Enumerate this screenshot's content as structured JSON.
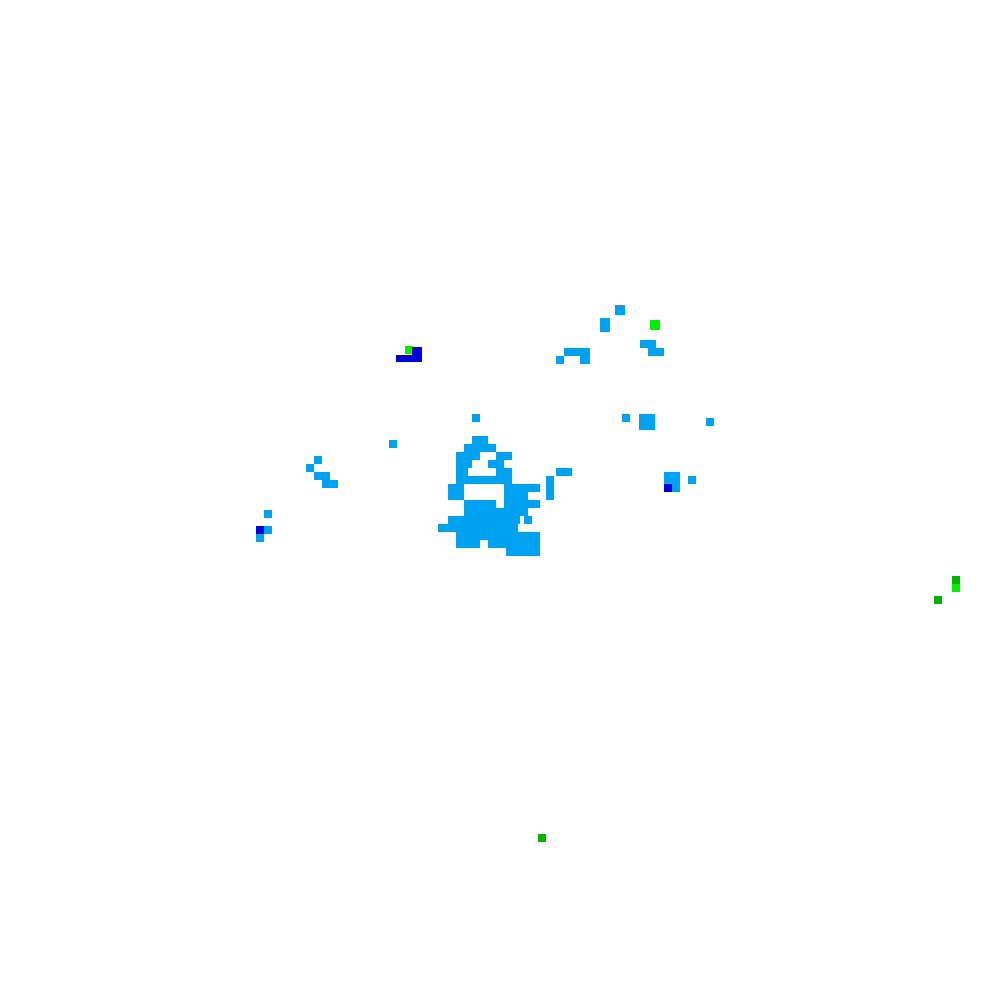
{
  "map": {
    "background": "#ffffff",
    "legend_colors": {
      "light": "#00a2f0",
      "moderate": "#0000dc",
      "bright_green": "#00ee00",
      "green": "#00b400"
    },
    "cell_size_deg": 1,
    "bounds": {
      "lon_min": 0,
      "lon_max": 100,
      "lat_min": 0,
      "lat_max": 100
    },
    "echoes": [
      {
        "lon": 61.5,
        "lat": 68.5,
        "w": 1,
        "h": 1,
        "level": "light"
      },
      {
        "lon": 60,
        "lat": 66.8,
        "w": 1,
        "h": 1.4,
        "level": "light"
      },
      {
        "lon": 65,
        "lat": 67,
        "w": 1,
        "h": 1,
        "level": "bright_green"
      },
      {
        "lon": 64,
        "lat": 65.2,
        "w": 1.6,
        "h": 0.8,
        "level": "light"
      },
      {
        "lon": 64.8,
        "lat": 64.4,
        "w": 1.6,
        "h": 0.8,
        "level": "light"
      },
      {
        "lon": 56.4,
        "lat": 64.4,
        "w": 2.6,
        "h": 0.8,
        "level": "light"
      },
      {
        "lon": 58,
        "lat": 63.6,
        "w": 1,
        "h": 0.8,
        "level": "light"
      },
      {
        "lon": 55.6,
        "lat": 63.6,
        "w": 0.8,
        "h": 0.8,
        "level": "light"
      },
      {
        "lon": 40.5,
        "lat": 64.6,
        "w": 0.8,
        "h": 0.8,
        "level": "bright_green"
      },
      {
        "lon": 41.2,
        "lat": 63.8,
        "w": 1,
        "h": 1.5,
        "level": "moderate"
      },
      {
        "lon": 39.6,
        "lat": 63.8,
        "w": 1.6,
        "h": 0.7,
        "level": "moderate"
      },
      {
        "lon": 47.2,
        "lat": 57.8,
        "w": 0.8,
        "h": 0.8,
        "level": "light"
      },
      {
        "lon": 62.2,
        "lat": 57.8,
        "w": 0.8,
        "h": 0.8,
        "level": "light"
      },
      {
        "lon": 63.9,
        "lat": 57,
        "w": 1.6,
        "h": 1.6,
        "level": "light"
      },
      {
        "lon": 70.6,
        "lat": 57.4,
        "w": 0.8,
        "h": 0.8,
        "level": "light"
      },
      {
        "lon": 38.9,
        "lat": 55.2,
        "w": 0.8,
        "h": 0.8,
        "level": "light"
      },
      {
        "lon": 47.2,
        "lat": 55.6,
        "w": 1.6,
        "h": 0.8,
        "level": "light"
      },
      {
        "lon": 46.4,
        "lat": 54.8,
        "w": 3.2,
        "h": 0.8,
        "level": "light"
      },
      {
        "lon": 45.6,
        "lat": 54,
        "w": 2.4,
        "h": 0.8,
        "level": "light"
      },
      {
        "lon": 49.6,
        "lat": 54,
        "w": 1.6,
        "h": 0.8,
        "level": "light"
      },
      {
        "lon": 45.6,
        "lat": 53.2,
        "w": 1.6,
        "h": 0.8,
        "level": "light"
      },
      {
        "lon": 48.8,
        "lat": 53.2,
        "w": 1.6,
        "h": 0.8,
        "level": "light"
      },
      {
        "lon": 45.6,
        "lat": 52.4,
        "w": 1.2,
        "h": 0.8,
        "level": "light"
      },
      {
        "lon": 49.6,
        "lat": 52.4,
        "w": 1.6,
        "h": 0.8,
        "level": "light"
      },
      {
        "lon": 45.6,
        "lat": 51.6,
        "w": 5.6,
        "h": 0.8,
        "level": "light"
      },
      {
        "lon": 44.8,
        "lat": 50.8,
        "w": 1.6,
        "h": 0.8,
        "level": "light"
      },
      {
        "lon": 50.4,
        "lat": 50.8,
        "w": 3.6,
        "h": 0.8,
        "level": "light"
      },
      {
        "lon": 44.8,
        "lat": 50,
        "w": 1.6,
        "h": 0.8,
        "level": "light"
      },
      {
        "lon": 50.4,
        "lat": 50,
        "w": 2.4,
        "h": 0.8,
        "level": "light"
      },
      {
        "lon": 46.4,
        "lat": 49.2,
        "w": 3.2,
        "h": 0.8,
        "level": "light"
      },
      {
        "lon": 50.4,
        "lat": 49.2,
        "w": 3.6,
        "h": 0.8,
        "level": "light"
      },
      {
        "lon": 46.4,
        "lat": 48.4,
        "w": 6.4,
        "h": 0.8,
        "level": "light"
      },
      {
        "lon": 44.8,
        "lat": 47.6,
        "w": 7.2,
        "h": 0.8,
        "level": "light"
      },
      {
        "lon": 52.4,
        "lat": 47.6,
        "w": 0.8,
        "h": 0.8,
        "level": "light"
      },
      {
        "lon": 43.8,
        "lat": 46.8,
        "w": 8,
        "h": 0.8,
        "level": "light"
      },
      {
        "lon": 45.6,
        "lat": 46,
        "w": 7.2,
        "h": 0.8,
        "level": "light"
      },
      {
        "lon": 45.6,
        "lat": 45.2,
        "w": 2.4,
        "h": 0.8,
        "level": "light"
      },
      {
        "lon": 48.8,
        "lat": 45.2,
        "w": 5.2,
        "h": 0.8,
        "level": "light"
      },
      {
        "lon": 50.6,
        "lat": 44.4,
        "w": 3.4,
        "h": 0.8,
        "level": "light"
      },
      {
        "lon": 52.2,
        "lat": 45.2,
        "w": 1.8,
        "h": 1.6,
        "level": "light"
      },
      {
        "lon": 54.6,
        "lat": 50,
        "w": 0.8,
        "h": 2.4,
        "level": "light"
      },
      {
        "lon": 55.6,
        "lat": 52.4,
        "w": 1.6,
        "h": 0.8,
        "level": "light"
      },
      {
        "lon": 66.4,
        "lat": 51.6,
        "w": 1.6,
        "h": 1.2,
        "level": "light"
      },
      {
        "lon": 67.2,
        "lat": 50.8,
        "w": 0.8,
        "h": 0.8,
        "level": "light"
      },
      {
        "lon": 66.4,
        "lat": 50.8,
        "w": 0.8,
        "h": 0.8,
        "level": "moderate"
      },
      {
        "lon": 68.8,
        "lat": 51.6,
        "w": 0.8,
        "h": 0.8,
        "level": "light"
      },
      {
        "lon": 31.4,
        "lat": 53.6,
        "w": 0.8,
        "h": 0.8,
        "level": "light"
      },
      {
        "lon": 30.6,
        "lat": 52.8,
        "w": 0.8,
        "h": 0.8,
        "level": "light"
      },
      {
        "lon": 31.4,
        "lat": 52,
        "w": 1.6,
        "h": 0.8,
        "level": "light"
      },
      {
        "lon": 32.2,
        "lat": 51.2,
        "w": 1.6,
        "h": 0.8,
        "level": "light"
      },
      {
        "lon": 26.4,
        "lat": 48.2,
        "w": 0.8,
        "h": 0.8,
        "level": "light"
      },
      {
        "lon": 25.6,
        "lat": 46.6,
        "w": 1.6,
        "h": 0.8,
        "level": "light"
      },
      {
        "lon": 25.6,
        "lat": 46.6,
        "w": 0.8,
        "h": 0.8,
        "level": "moderate"
      },
      {
        "lon": 25.6,
        "lat": 45.8,
        "w": 0.8,
        "h": 0.8,
        "level": "light"
      },
      {
        "lon": 95.2,
        "lat": 41.6,
        "w": 0.8,
        "h": 0.8,
        "level": "green"
      },
      {
        "lon": 95.2,
        "lat": 40.8,
        "w": 0.8,
        "h": 0.8,
        "level": "bright_green"
      },
      {
        "lon": 93.4,
        "lat": 39.6,
        "w": 0.8,
        "h": 0.8,
        "level": "green"
      },
      {
        "lon": 53.8,
        "lat": 15.8,
        "w": 0.8,
        "h": 0.8,
        "level": "green"
      }
    ]
  }
}
